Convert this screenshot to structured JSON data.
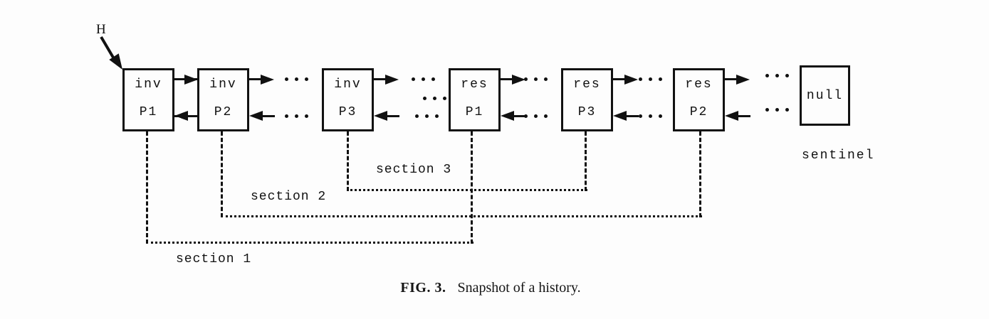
{
  "figure": {
    "head_pointer": "H",
    "nodes": [
      {
        "op": "inv",
        "proc": "P1"
      },
      {
        "op": "inv",
        "proc": "P2"
      },
      {
        "op": "inv",
        "proc": "P3"
      },
      {
        "op": "res",
        "proc": "P1"
      },
      {
        "op": "res",
        "proc": "P3"
      },
      {
        "op": "res",
        "proc": "P2"
      },
      {
        "op": "null",
        "proc": ""
      }
    ],
    "sentinel_label": "sentinel",
    "section_labels": {
      "s1": "section 1",
      "s2": "section 2",
      "s3": "section 3"
    },
    "caption": {
      "tag": "FIG. 3.",
      "text": "Snapshot of a history."
    },
    "colors": {
      "ink": "#111111",
      "paper": "#fdfdfd"
    }
  }
}
